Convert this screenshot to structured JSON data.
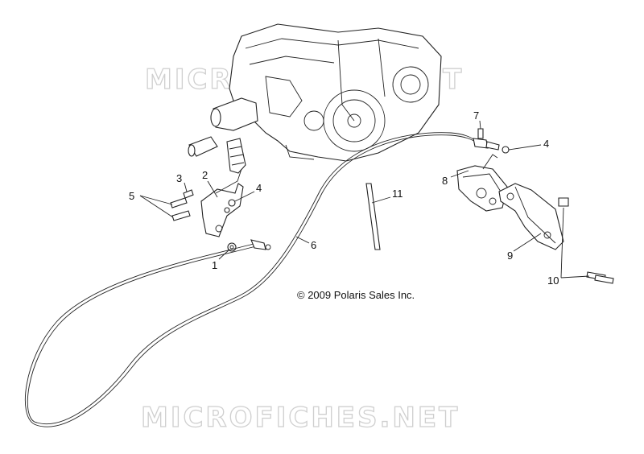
{
  "watermarks": {
    "top": "MICROFICHES.NET",
    "bottom": "MICROFICHES.NET"
  },
  "copyright": "© 2009 Polaris Sales Inc.",
  "callouts": [
    {
      "label": "1"
    },
    {
      "label": "2"
    },
    {
      "label": "3"
    },
    {
      "label": "4"
    },
    {
      "label": "5"
    },
    {
      "label": "6"
    },
    {
      "label": "7"
    },
    {
      "label": "4"
    },
    {
      "label": "8"
    },
    {
      "label": "11"
    },
    {
      "label": "9"
    },
    {
      "label": "10"
    }
  ]
}
